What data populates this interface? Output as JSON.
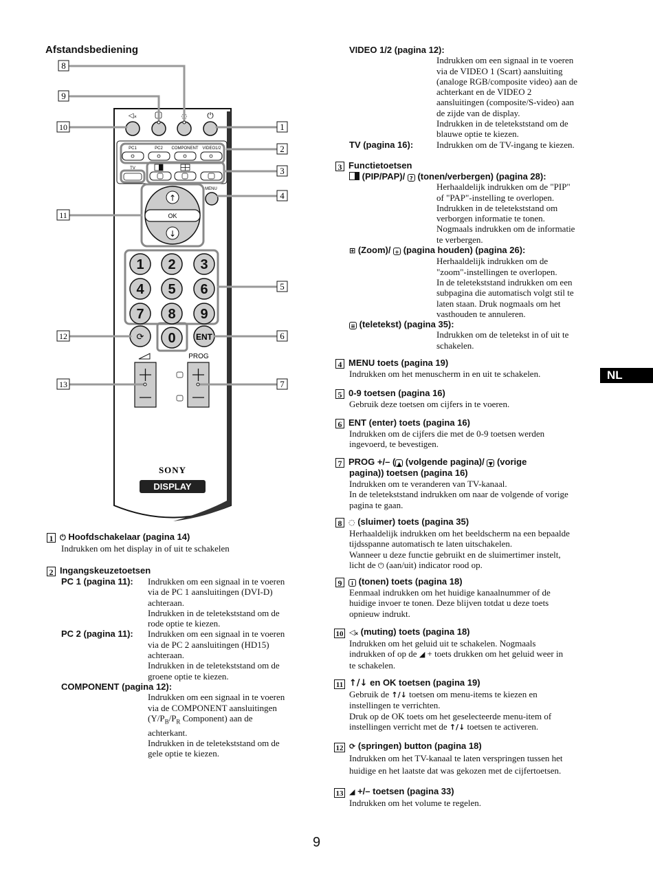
{
  "heading": "Afstandsbediening",
  "remote": {
    "callouts": [
      "1",
      "2",
      "3",
      "4",
      "5",
      "6",
      "7",
      "8",
      "9",
      "10",
      "11",
      "12",
      "13"
    ],
    "input_labels": [
      "PC1",
      "PC2",
      "COMPONENT",
      "VIDEO1/2"
    ],
    "tv_label": "TV",
    "menu_label": "MENU",
    "ok_label": "OK",
    "digits": [
      "1",
      "2",
      "3",
      "4",
      "5",
      "6",
      "7",
      "8",
      "9",
      "0"
    ],
    "ent_label": "ENT",
    "prog_label": "PROG",
    "brand": "SONY",
    "model_badge": "DISPLAY",
    "icons": [
      "muting-icon",
      "teletext-hold-icon",
      "sleep-icon",
      "power-icon",
      "pip-icon",
      "reveal-icon",
      "zoom-icon",
      "page-hold-icon",
      "teletext-icon",
      "up-arrow-icon",
      "down-arrow-icon",
      "jump-icon",
      "volume-icon",
      "next-page-icon",
      "prev-page-icon"
    ]
  },
  "left": {
    "s1": {
      "num": "1",
      "title": "Hoofdschakelaar (pagina 14)",
      "text": "Indrukken om het display in of uit te schakelen"
    },
    "s2": {
      "num": "2",
      "title": "Ingangskeuzetoetsen",
      "pc1": {
        "key": "PC 1 (pagina 11):",
        "lines": [
          "Indrukken om een signaal in te voeren",
          "via de PC 1 aansluitingen (DVI-D)",
          "achteraan.",
          "Indrukken in de teletekststand om de",
          "rode optie te kiezen."
        ]
      },
      "pc2": {
        "key": "PC 2 (pagina 11):",
        "lines": [
          "Indrukken om een signaal in te voeren",
          "via de PC 2 aansluitingen (HD15)",
          "achteraan.",
          "Indrukken in de teletekststand om de",
          "groene optie te kiezen."
        ]
      },
      "comp": {
        "key": "COMPONENT (pagina 12):",
        "lines": [
          "Indrukken om een signaal in te voeren",
          "via de COMPONENT aansluitingen"
        ],
        "line_y_a": "(Y/P",
        "sub_b": "B",
        "mid": "/P",
        "sub_r": "R",
        "line_y_b": " Component) aan de",
        "lines2": [
          "achterkant.",
          "Indrukken in de teletekststand om de",
          "gele optie te kiezen."
        ]
      }
    }
  },
  "right": {
    "video": {
      "key": "VIDEO 1/2 (pagina 12):",
      "lines": [
        "Indrukken om een signaal in te voeren",
        "via de VIDEO 1 (Scart) aansluiting",
        "(analoge RGB/composite video) aan de",
        "achterkant en de VIDEO 2",
        "aansluitingen (composite/S-video) aan",
        "de zijde van de display.",
        "Indrukken in de teletekststand om de",
        "blauwe optie te kiezen."
      ]
    },
    "tv": {
      "key": "TV (pagina 16):",
      "text": "Indrukken om de TV-ingang te kiezen."
    },
    "s3": {
      "num": "3",
      "title": "Functietoetsen",
      "pip_title": "(PIP/PAP)/ ",
      "pip_title2": " (tonen/verbergen) (pagina 28):",
      "pip_lines": [
        "Herhaaldelijk indrukken om de \"PIP\"",
        "of \"PAP\"-instelling te overlopen.",
        "Indrukken in de teletekststand om",
        "verborgen informatie te tonen.",
        "Nogmaals indrukken om de informatie",
        "te verbergen."
      ],
      "zoom_title": " (Zoom)/ ",
      "zoom_title2": " (pagina houden) (pagina 26):",
      "zoom_lines": [
        "Herhaaldelijk indrukken om de",
        "\"zoom\"-instellingen te overlopen.",
        "In de teletekststand indrukken om een",
        "subpagina die automatisch volgt stil te",
        "laten staan. Druk nogmaals om het",
        "vasthouden te annuleren."
      ],
      "tt_title": " (teletekst) (pagina 35):",
      "tt_lines": [
        "Indrukken om de teletekst in of uit te",
        "schakelen."
      ]
    },
    "s4": {
      "num": "4",
      "title": "MENU toets (pagina 19)",
      "lines": [
        "Indrukken om het menuscherm in en uit te schakelen."
      ]
    },
    "s5": {
      "num": "5",
      "title": "0-9 toetsen (pagina 16)",
      "lines": [
        "Gebruik deze toetsen om cijfers in te voeren."
      ]
    },
    "s6": {
      "num": "6",
      "title": "ENT (enter) toets (pagina 16)",
      "lines": [
        "Indrukken om de cijfers die met de 0-9 toetsen werden",
        "ingevoerd, te bevestigen."
      ]
    },
    "s7": {
      "num": "7",
      "title_a": "PROG +/– (",
      "title_b": " (volgende pagina)/ ",
      "title_c": " (vorige",
      "title2": "pagina)) toetsen (pagina 16)",
      "lines": [
        "Indrukken om te veranderen van TV-kanaal.",
        "In de teletekststand indrukken om naar de volgende of vorige",
        "pagina te gaan."
      ]
    },
    "s8": {
      "num": "8",
      "title": " (sluimer) toets (pagina 35)",
      "lines": [
        "Herhaaldelijk indrukken om het beeldscherm na een bepaalde",
        "tijdsspanne automatisch te laten uitschakelen.",
        "Wanneer u deze functie gebruikt en de sluimertimer instelt,"
      ],
      "last_a": "licht de ",
      "last_b": " (aan/uit) indicator rood op."
    },
    "s9": {
      "num": "9",
      "title": " (tonen) toets (pagina 18)",
      "lines": [
        "Eenmaal indrukken om het huidige kanaalnummer of de",
        "huidige invoer te tonen. Deze blijven totdat u deze toets",
        "opnieuw indrukt."
      ]
    },
    "s10": {
      "num": "10",
      "title": " (muting) toets (pagina 18)",
      "lines": [
        "Indrukken om het geluid uit te schakelen. Nogmaals"
      ],
      "mid_a": "indrukken of op de ",
      "mid_b": " + toets drukken om het geluid weer in",
      "last": "te schakelen."
    },
    "s11": {
      "num": "11",
      "title": " en OK toetsen (pagina 19)",
      "l1a": "Gebruik de ",
      "l1b": " toetsen om menu-items te kiezen en",
      "l2": "instellingen te verrichten.",
      "l3": "Druk op de OK toets om het geselecteerde menu-item of",
      "l4a": "instellingen verricht met de ",
      "l4b": " toetsen te activeren.",
      "arrows": "↑/↓"
    },
    "s12": {
      "num": "12",
      "title": " (springen) button (pagina 18)",
      "lines": [
        "Indrukken om het TV-kanaal te laten verspringen tussen het",
        "huidige en het laatste dat was gekozen met de cijfertoetsen."
      ]
    },
    "s13": {
      "num": "13",
      "title": " +/– toetsen (pagina 33)",
      "lines": [
        "Indrukken om het volume te regelen."
      ]
    }
  },
  "side_tab": "NL",
  "page_number": "9"
}
